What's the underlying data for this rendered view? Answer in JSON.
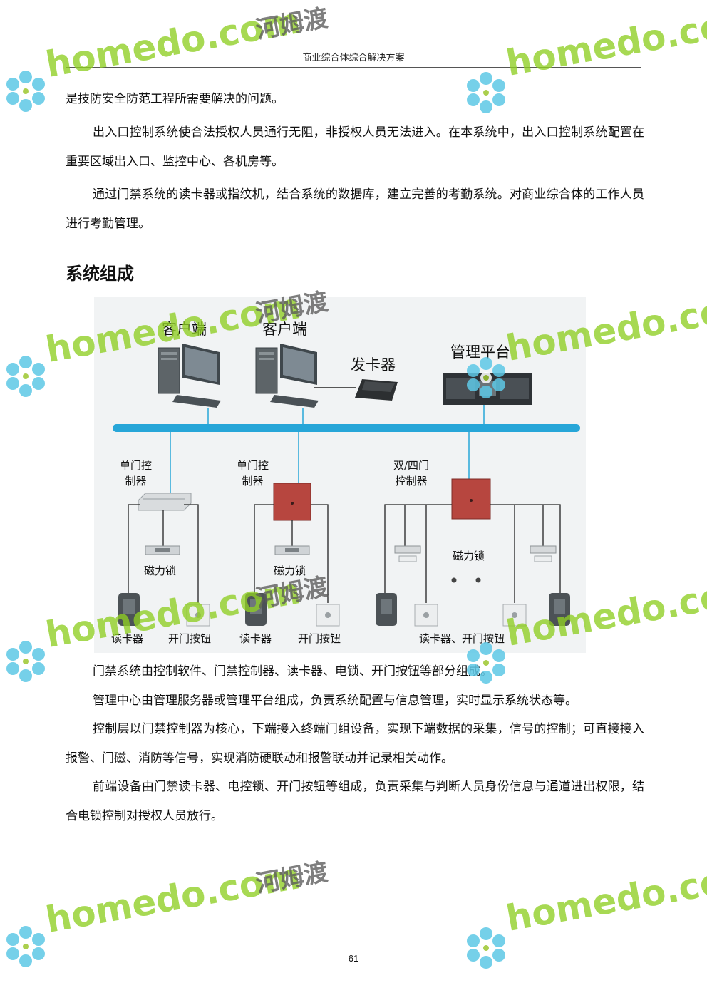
{
  "header": {
    "title": "商业综合体综合解决方案"
  },
  "paragraphs": [
    "是技防安全防范工程所需要解决的问题。",
    "出入口控制系统使合法授权人员通行无阻，非授权人员无法进入。在本系统中，出入口控制系统配置在重要区域出入口、监控中心、各机房等。",
    "通过门禁系统的读卡器或指纹机，结合系统的数据库，建立完善的考勤系统。对商业综合体的工作人员进行考勤管理。"
  ],
  "section_heading": "系统组成",
  "diagram": {
    "client1": "客户端",
    "client2": "客户端",
    "card_issuer": "发卡器",
    "management_platform": "管理平台",
    "single_controller_1": "单门控\n制器",
    "single_controller_2": "单门控\n制器",
    "dual_controller": "双/四门\n控制器",
    "mag_lock_1": "磁力锁",
    "mag_lock_2": "磁力锁",
    "mag_lock_3": "磁力锁",
    "reader_1": "读卡器",
    "button_1": "开门按钮",
    "reader_2": "读卡器",
    "button_2": "开门按钮",
    "reader_button_3": "读卡器、开门按钮"
  },
  "paragraphs2": [
    "门禁系统由控制软件、门禁控制器、读卡器、电锁、开门按钮等部分组成。",
    "管理中心由管理服务器或管理平台组成，负责系统配置与信息管理，实时显示系统状态等。",
    "控制层以门禁控制器为核心，下端接入终端门组设备，实现下端数据的采集，信号的控制；可直接接入报警、门磁、消防等信号，实现消防硬联动和报警联动并记录相关动作。",
    "前端设备由门禁读卡器、电控锁、开门按钮等组成，负责采集与判断人员身份信息与通道进出权限，结合电锁控制对授权人员放行。"
  ],
  "watermark": {
    "latin": "homedo.com",
    "cn": "河姆渡"
  },
  "page_number": "61"
}
